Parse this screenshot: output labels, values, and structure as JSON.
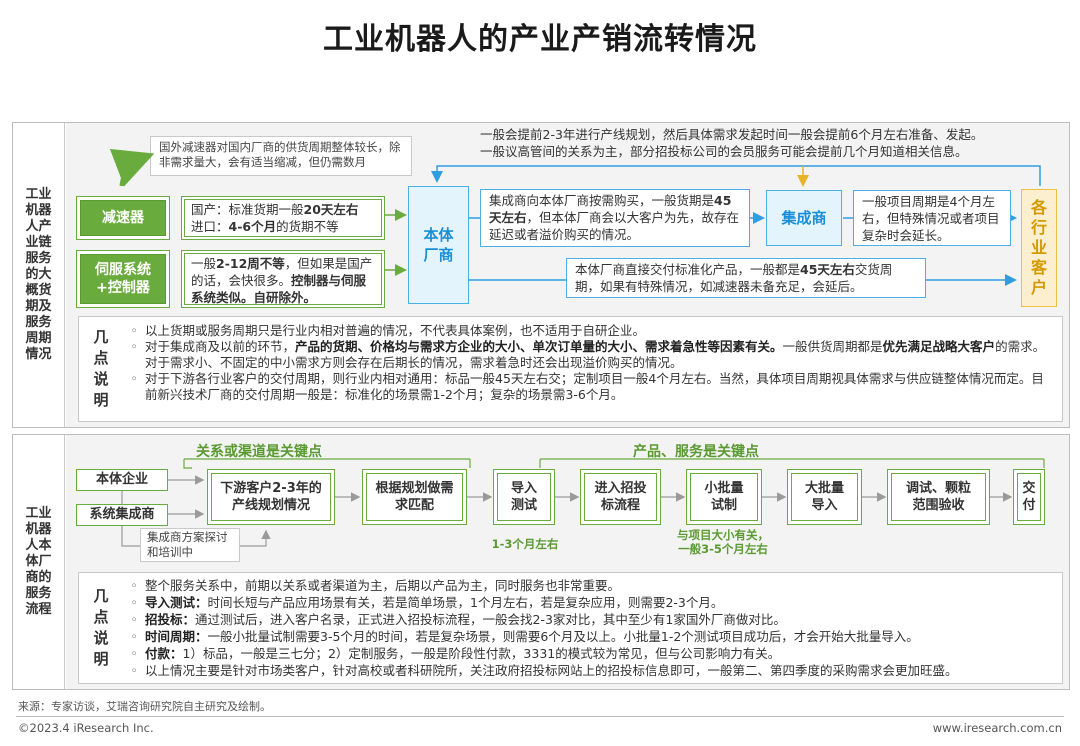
{
  "title": "工业机器人的产业产销流转情况",
  "section1": {
    "side_label": "工业机器人产业链服务的大概货期及服务周期情况",
    "reducer_note": "国外减速器对国内厂商的供货周期整体较长，除非需求量大，会有适当缩减，但仍需数月",
    "reducer": "减速器",
    "reducer_text_a": "国产：标准货期一般",
    "reducer_text_b": "20天左右",
    "reducer_text_c": "进口：",
    "reducer_text_d": "4-6个月",
    "reducer_text_e": "的货期不等",
    "servo": "伺服系统\n+控制器",
    "servo_text_a": "一般",
    "servo_text_b": "2-12周不等",
    "servo_text_c": "，但如果是国产的话，会快很多。",
    "servo_text_d": "控制器与伺服系统类似。自研除外。",
    "manufacturer": "本体\n厂商",
    "top_note_1": "一般会提前2-3年进行产线规划，然后具体需求发起时间一般会提前6个月左右准备、发起。",
    "top_note_2": "一般议高管间的关系为主，部分招投标公司的会员服务可能会提前几个月知道相关信息。",
    "integrator_text_a": "集成商向本体厂商按需购买，一般货期是",
    "integrator_text_b": "45天左右",
    "integrator_text_c": "，但本体厂商会以大客户为先，故存在延迟或者溢价购买的情况。",
    "integrator": "集成商",
    "project_text": "一般项目周期是4个月左右，但特殊情况或者项目复杂时会延长。",
    "direct_text_a": "本体厂商直接交付标准化产品，一般都是",
    "direct_text_b": "45天左右",
    "direct_text_c": "交货周期，如果有特殊情况，如减速器未备充足，会延后。",
    "customers": "各行业客户",
    "notes_label": "几点说明",
    "notes": [
      {
        "parts": [
          {
            "t": "以上货期或服务周期只是行业内相对普遍的情况，不代表具体案例，也不适用于自研企业。",
            "b": false
          }
        ]
      },
      {
        "parts": [
          {
            "t": "对于集成商及以前的环节，",
            "b": false
          },
          {
            "t": "产品的货期、价格均与需求方企业的大小、单次订单量的大小、需求着急性等因素有关。",
            "b": true
          },
          {
            "t": "一般供货周期都是",
            "b": false
          },
          {
            "t": "优先满足战略大客户",
            "b": true
          },
          {
            "t": "的需求。对于需求小、不固定的中小需求方则会存在后期长的情况，需求着急时还会出现溢价购买的情况。",
            "b": false
          }
        ]
      },
      {
        "parts": [
          {
            "t": "对于下游各行业客户的交付周期，则行业内相对通用：标品一般45天左右交；定制项目一般4个月左右。当然，具体项目周期视具体需求与供应链整体情况而定。目前新兴技术厂商的交付周期一般是：标准化的场景需1-2个月；复杂的场景需3-6个月。",
            "b": false
          }
        ]
      }
    ]
  },
  "section2": {
    "side_label": "工业机器人本体厂商的服务流程",
    "head_left": "关系或渠道是关键点",
    "head_right": "产品、服务是关键点",
    "entity": "本体企业",
    "sys_integrator": "系统集成商",
    "integrator_note": "集成商方案探讨和培训中",
    "steps": [
      "下游客户2-3年的产线规划情况",
      "根据规划做需求匹配",
      "导入\n测试",
      "进入招投\n标流程",
      "小批量\n试制",
      "大批量\n导入",
      "调试、颗粒\n范围验收",
      "交\n付"
    ],
    "note_test": "1-3个月左右",
    "note_small": "与项目大小有关，\n一般3-5个月左右",
    "notes_label": "几点说明",
    "notes": [
      {
        "parts": [
          {
            "t": "整个服务关系中，前期以关系或者渠道为主，后期以产品为主，同时服务也非常重要。",
            "b": false
          }
        ]
      },
      {
        "parts": [
          {
            "t": "导入测试：",
            "b": true
          },
          {
            "t": "时间长短与产品应用场景有关，若是简单场景，1个月左右，若是复杂应用，则需要2-3个月。",
            "b": false
          }
        ]
      },
      {
        "parts": [
          {
            "t": "招投标：",
            "b": true
          },
          {
            "t": "通过测试后，进入客户名录，正式进入招投标流程，一般会找2-3家对比，其中至少有1家国外厂商做对比。",
            "b": false
          }
        ]
      },
      {
        "parts": [
          {
            "t": "时间周期：",
            "b": true
          },
          {
            "t": "一般小批量试制需要3-5个月的时间，若是复杂场景，则需要6个月及以上。小批量1-2个测试项目成功后，才会开始大批量导入。",
            "b": false
          }
        ]
      },
      {
        "parts": [
          {
            "t": "付款：",
            "b": true
          },
          {
            "t": "1）标品，一般是三七分；2）定制服务，一般是阶段性付款，3331的模式较为常见，但与公司影响力有关。",
            "b": false
          }
        ]
      },
      {
        "parts": [
          {
            "t": "以上情况主要是针对市场类客户，针对高校或者科研院所，关注政府招投标网站上的招投标信息即可，一般第二、第四季度的采购需求会更加旺盛。",
            "b": false
          }
        ]
      }
    ]
  },
  "footer": {
    "source": "来源：专家访谈，艾瑞咨询研究院自主研究及绘制。",
    "copyright": "©2023.4 iResearch Inc.",
    "url": "www.iresearch.com.cn"
  },
  "colors": {
    "green": "#6aab3e",
    "blue": "#4ab0e6",
    "gold": "#f0c040"
  }
}
